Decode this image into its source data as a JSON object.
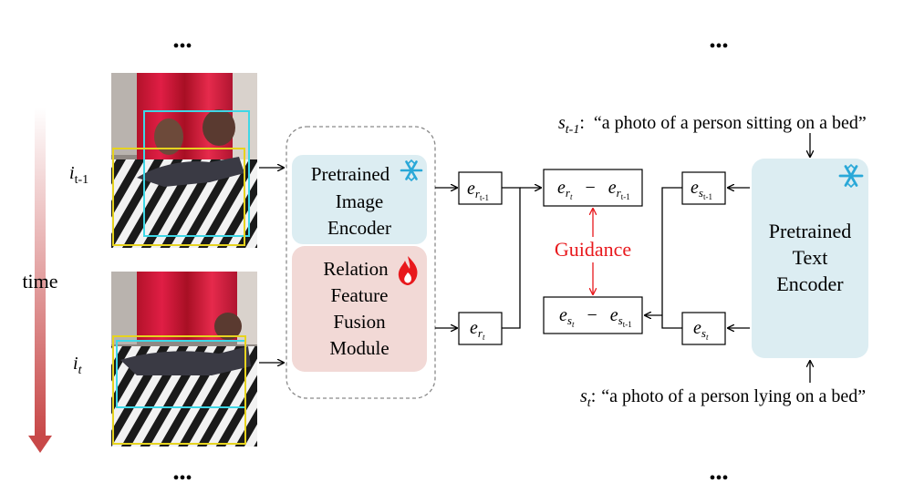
{
  "ellipsis": "•••",
  "time_label": "time",
  "frames": [
    {
      "label_base": "i",
      "label_sub": "t-1"
    },
    {
      "label_base": "i",
      "label_sub": "t"
    }
  ],
  "image_encoder": {
    "line1": "Pretrained",
    "line2": "Image",
    "line3": "Encoder"
  },
  "relation_module": {
    "line1": "Relation",
    "line2": "Feature",
    "line3": "Fusion",
    "line4": "Module"
  },
  "text_encoder": {
    "line1": "Pretrained",
    "line2": "Text",
    "line3": "Encoder"
  },
  "embeddings": {
    "e": "e",
    "minus": "−",
    "r_prev_sub": "r",
    "r_prev_subsub": "t-1",
    "r_cur_sub": "r",
    "r_cur_subsub": "t",
    "s_prev_sub": "s",
    "s_prev_subsub": "t-1",
    "s_cur_sub": "s",
    "s_cur_subsub": "t"
  },
  "guidance": "Guidance",
  "captions": {
    "prev_label": "s",
    "prev_sub": "t-1",
    "prev_sep": ":",
    "prev_text": "“a photo of a person sitting on a bed”",
    "cur_label": "s",
    "cur_sub": "t",
    "cur_sep": ":",
    "cur_text": "“a photo of a person lying on a bed”"
  },
  "colors": {
    "encoder_fill": "#dcedf2",
    "relation_fill": "#f2d9d6",
    "frozen_icon": "#29a8d8",
    "trainable_icon": "#e8181c",
    "guidance": "#e8181c",
    "time_arrow": "#cc4e4e",
    "person_box": "#3fd7e6",
    "object_box": "#e6d31f"
  },
  "icons": {
    "image_encoder_status": "snowflake-icon",
    "relation_module_status": "flame-icon",
    "text_encoder_status": "snowflake-icon"
  }
}
